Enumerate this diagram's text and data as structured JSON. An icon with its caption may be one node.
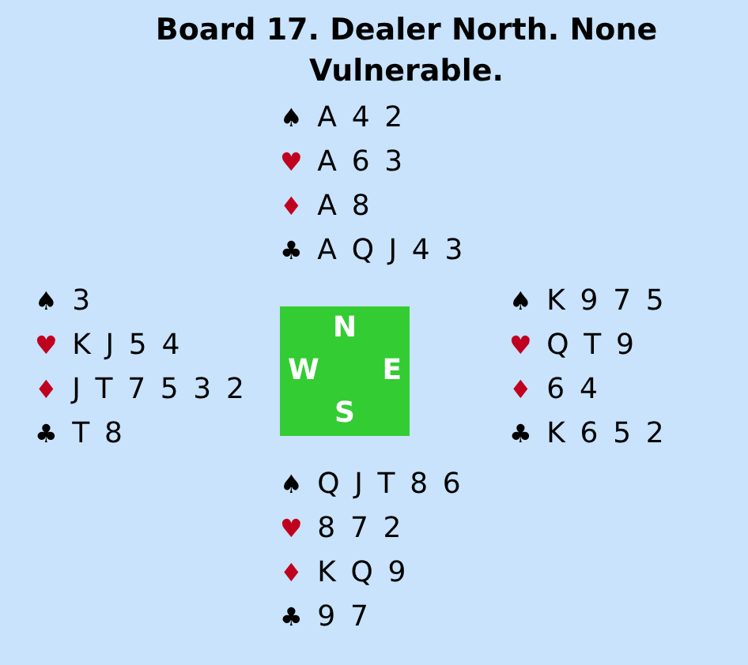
{
  "diagram": {
    "title": "Board 17. Dealer North. None Vulnerable.",
    "nodes": [
      {
        "text": [
          "N",
          "W",
          "E",
          "S"
        ]
      }
    ],
    "labels": [
      "♠ A 4 2",
      "♥ A 6 3",
      "♦ A 8",
      "♣ A Q J 4 3",
      "♠ 3",
      "♥ K J 5 4",
      "♦ J T 7 5 3 2",
      "♣ T 8",
      "♠ K 9 7 5",
      "♥ Q T 9",
      "♦ 6 4",
      "♣ K 6 5 2",
      "♠ Q J T 8 6",
      "♥ 8 7 2",
      "♦ K Q 9",
      "♣ 9 7"
    ]
  }
}
